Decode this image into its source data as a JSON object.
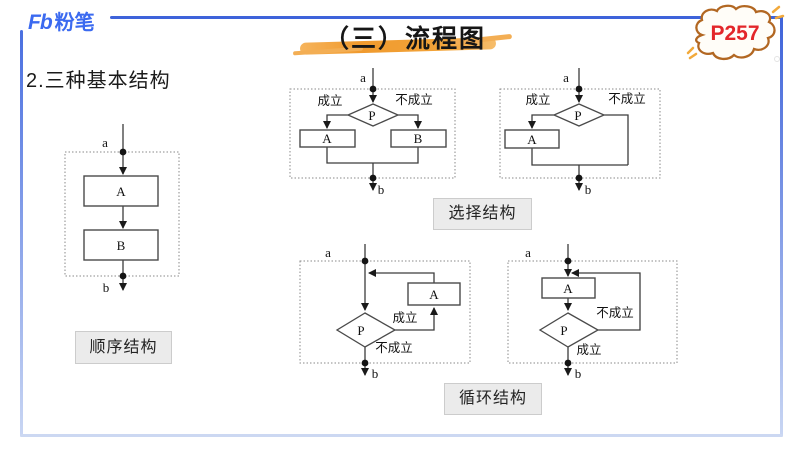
{
  "slide": {
    "logo_mark": "Fb",
    "logo_name": "粉笔",
    "title": "（三）流程图",
    "page_badge": "P257",
    "heading": "2.三种基本结构"
  },
  "structure_labels": {
    "sequence": "顺序结构",
    "selection": "选择结构",
    "loop": "循环结构"
  },
  "flow": {
    "entry": "a",
    "exit": "b",
    "process_a": "A",
    "process_b": "B",
    "decision": "P",
    "true_branch": "成立",
    "false_branch": "不成立"
  },
  "colors": {
    "frame_blue": "#3e63da",
    "frame_blue_light": "#ccd8f2",
    "logo_blue": "#3b6af0",
    "highlight_orange": "#f2a338",
    "badge_red": "#e3262a",
    "badge_outline": "#b26722"
  }
}
